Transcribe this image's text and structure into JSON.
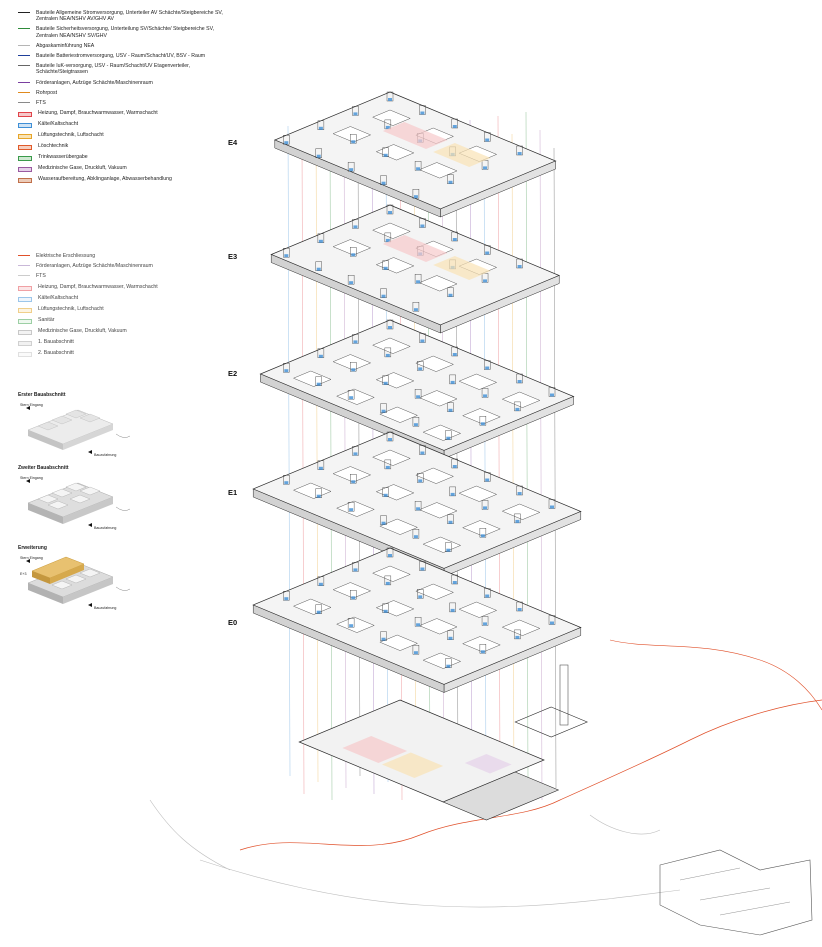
{
  "legend_primary": [
    {
      "text": "Bauteile Allgemeine Stromversorgung, Unterteiler AV Schächte/Steigbereiche SV, Zentralen NEA/NSHV AV/GHV AV",
      "style": "line",
      "color": "#222222"
    },
    {
      "text": "Bauteile Sicherheitsversorgung, Unterteilung SV/Schächte/ Steigbereiche SV, Zentralen NEA/NSHV SV/GHV",
      "style": "line",
      "color": "#2e8b3a"
    },
    {
      "text": "Abgaskaminführung NEA",
      "style": "line",
      "color": "#b5b5b5"
    },
    {
      "text": "Bauteile Batteriestromversorgung, USV - Raum/Schacht/UV, BSV - Raum",
      "style": "line",
      "color": "#1f3f9a"
    },
    {
      "text": "Bauteile IuK-versorgung, USV - Raum/Schacht/UV Etagenverteiler, Schächte/Steigtrassen",
      "style": "line",
      "color": "#666666"
    },
    {
      "text": "Förderanlagen, Aufzüge Schächte/Maschinenraum",
      "style": "line",
      "color": "#7a3fa0"
    },
    {
      "text": "Rohrpost",
      "style": "line",
      "color": "#e08a1e"
    },
    {
      "text": "FTS",
      "style": "line",
      "color": "#8a8a8a"
    },
    {
      "text": "Heizung, Dampf, Brauchwarmwasser, Warmschacht",
      "style": "box",
      "color": "#e0444a",
      "fill": "#f6c9cb"
    },
    {
      "text": "Kälte/Kaltschacht",
      "style": "box",
      "color": "#3f8fd6",
      "fill": "#cfe4f6"
    },
    {
      "text": "Lüftungstechnik, Luftschacht",
      "style": "box",
      "color": "#e6a52a",
      "fill": "#f9e3b5"
    },
    {
      "text": "Löschtechnik",
      "style": "box",
      "color": "#e05a2a",
      "fill": "#f7cfbf"
    },
    {
      "text": "Trinkwasserübergabe",
      "style": "box",
      "color": "#3a9a4a",
      "fill": "#cfe9d2"
    },
    {
      "text": "Medizinische Gase, Druckluft, Vakuum",
      "style": "box",
      "color": "#9a5aa0",
      "fill": "#e6d2ea"
    },
    {
      "text": "Wasseraufbereitung, Abklinganlage, Abwasserbehandlung",
      "style": "box",
      "color": "#c0704a",
      "fill": "#eccbb8"
    }
  ],
  "legend_secondary": [
    {
      "text": "Elektrische Erschliessung",
      "style": "line",
      "color": "#e0502a"
    },
    {
      "text": "Förderanlagen, Aufzüge Schächte/Maschinenraum",
      "style": "line",
      "color": "#c9b8d8"
    },
    {
      "text": "FTS",
      "style": "line",
      "color": "#cccccc"
    },
    {
      "text": "Heizung, Dampf, Brauchwarmwasser, Warmschacht",
      "style": "box",
      "color": "#f0a0a4",
      "fill": "#fbe6e7"
    },
    {
      "text": "Kälte/Kaltschacht",
      "style": "box",
      "color": "#9cc6ea",
      "fill": "#eef5fc"
    },
    {
      "text": "Lüftungstechnik, Luftschacht",
      "style": "box",
      "color": "#f0cf8a",
      "fill": "#fdf4e2"
    },
    {
      "text": "Sanitär",
      "style": "box",
      "color": "#9ccfa4",
      "fill": "#eef8ef"
    },
    {
      "text": "Medizinische Gase, Druckluft, Vakuum",
      "style": "box",
      "color": "#c8c8c8",
      "fill": "#f3f3f3"
    },
    {
      "text": "1. Bauabschnitt",
      "style": "box",
      "color": "#d0d0d0",
      "fill": "#f1f1f1"
    },
    {
      "text": "2. Bauabschnitt",
      "style": "box",
      "color": "#e0e0e0",
      "fill": "#fafafa"
    }
  ],
  "phases": [
    {
      "title": "Erster Bauabschnitt",
      "entrance": "Stern Eingang",
      "access": "Bauzufahrung",
      "extra": ""
    },
    {
      "title": "Zweiter Bauabschnitt",
      "entrance": "Stern Eingang",
      "access": "Bauzufahrung",
      "extra": ""
    },
    {
      "title": "Erweiterung",
      "entrance": "Stern Eingang",
      "access": "Bauzufahrung",
      "extra": "E+3"
    }
  ],
  "floors": [
    {
      "label": "E4"
    },
    {
      "label": "E3"
    },
    {
      "label": "E2"
    },
    {
      "label": "E1"
    },
    {
      "label": "E0"
    }
  ],
  "colors": {
    "slab_outline": "#2a2a2a",
    "slab_fill": "#f4f4f4",
    "site_red": "#e0502a",
    "site_grey": "#bdbdbd",
    "extension_yellow": "#e8c170"
  }
}
